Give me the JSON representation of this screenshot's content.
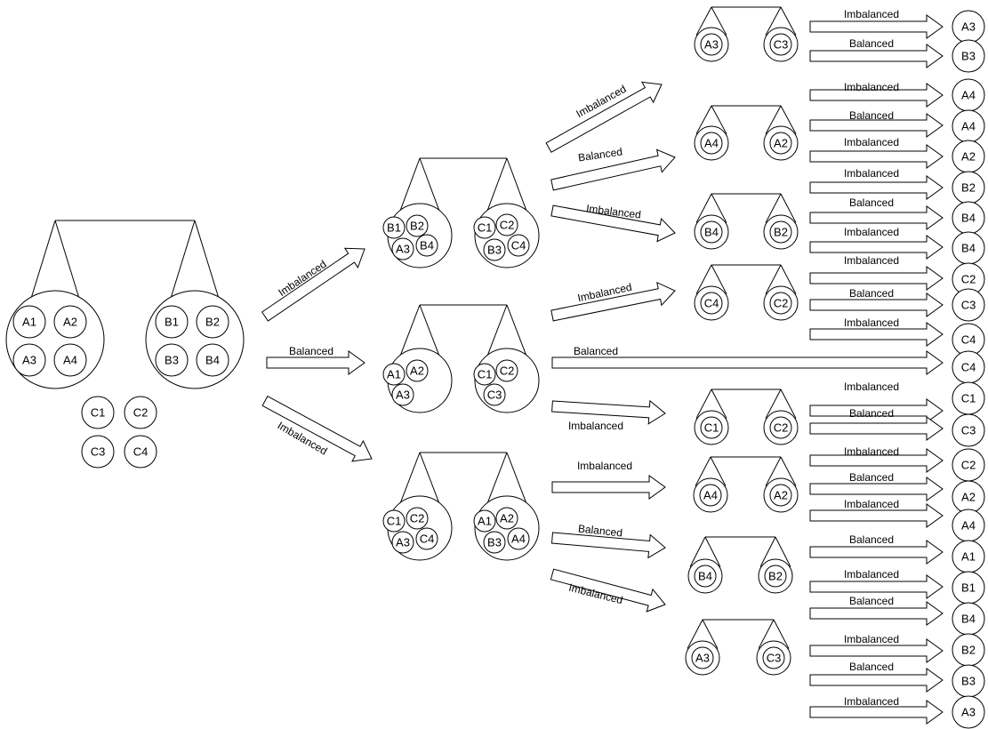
{
  "labels": {
    "imbalanced": "Imbalanced",
    "balanced": "Balanced"
  },
  "weighings": [
    {
      "id": "w1",
      "left": [
        "A1",
        "A2",
        "A3",
        "A4"
      ],
      "right": [
        "B1",
        "B2",
        "B3",
        "B4"
      ],
      "aside": [
        "C1",
        "C2",
        "C3",
        "C4"
      ]
    },
    {
      "id": "w2-top",
      "left": [
        "B1",
        "B2",
        "A3",
        "B4"
      ],
      "right": [
        "C1",
        "C2",
        "B3",
        "C4"
      ]
    },
    {
      "id": "w2-mid",
      "left": [
        "A1",
        "A2",
        "A3"
      ],
      "right": [
        "C1",
        "C2",
        "C3"
      ]
    },
    {
      "id": "w2-bot",
      "left": [
        "C1",
        "C2",
        "A3",
        "C4"
      ],
      "right": [
        "A1",
        "A2",
        "B3",
        "A4"
      ]
    },
    {
      "id": "w3-1",
      "left": [
        "A3"
      ],
      "right": [
        "C3"
      ]
    },
    {
      "id": "w3-2",
      "left": [
        "A4"
      ],
      "right": [
        "A2"
      ]
    },
    {
      "id": "w3-3",
      "left": [
        "B4"
      ],
      "right": [
        "B2"
      ]
    },
    {
      "id": "w3-4",
      "left": [
        "C4"
      ],
      "right": [
        "C2"
      ]
    },
    {
      "id": "w3-5",
      "left": [
        "C1"
      ],
      "right": [
        "C2"
      ]
    },
    {
      "id": "w3-6",
      "left": [
        "A4"
      ],
      "right": [
        "A2"
      ]
    },
    {
      "id": "w3-7",
      "left": [
        "B4"
      ],
      "right": [
        "B2"
      ]
    },
    {
      "id": "w3-8",
      "left": [
        "A3"
      ],
      "right": [
        "C3"
      ]
    }
  ],
  "transitions": [
    {
      "from": "w1",
      "to": "w2-top",
      "outcome": "Imbalanced"
    },
    {
      "from": "w1",
      "to": "w2-mid",
      "outcome": "Balanced"
    },
    {
      "from": "w1",
      "to": "w2-bot",
      "outcome": "Imbalanced"
    },
    {
      "from": "w2-top",
      "to": "w3-1",
      "outcome": "Imbalanced"
    },
    {
      "from": "w2-top",
      "to": "w3-2",
      "outcome": "Balanced"
    },
    {
      "from": "w2-top",
      "to": "w3-3",
      "outcome": "Imbalanced"
    },
    {
      "from": "w2-mid",
      "to": "w3-4",
      "outcome": "Imbalanced"
    },
    {
      "from": "w2-mid",
      "to": "C4",
      "outcome": "Balanced"
    },
    {
      "from": "w2-mid",
      "to": "w3-5",
      "outcome": "Imbalanced"
    },
    {
      "from": "w2-bot",
      "to": "w3-6",
      "outcome": "Imbalanced"
    },
    {
      "from": "w2-bot",
      "to": "w3-7",
      "outcome": "Balanced"
    },
    {
      "from": "w2-bot",
      "to": "w3-8",
      "outcome": "Imbalanced"
    }
  ],
  "final_arrow_labels": [
    "Imbalanced",
    "Balanced",
    "Imbalanced",
    "Balanced",
    "Imbalanced",
    "Imbalanced",
    "Balanced",
    "Imbalanced",
    "Imbalanced",
    "Balanced",
    "Imbalanced",
    "Imbalanced",
    "Balanced",
    "Imbalanced",
    "Balanced",
    "Imbalanced",
    "Balanced",
    "Imbalanced",
    "Balanced",
    "Imbalanced",
    "Balanced",
    "Imbalanced"
  ],
  "results": [
    "A3",
    "B3",
    "A4",
    "A4",
    "A2",
    "B2",
    "B4",
    "B4",
    "C2",
    "C3",
    "C4",
    "C4",
    "C1",
    "C3",
    "C2",
    "A2",
    "A4",
    "A1",
    "B1",
    "B4",
    "B2",
    "B3",
    "A3"
  ]
}
